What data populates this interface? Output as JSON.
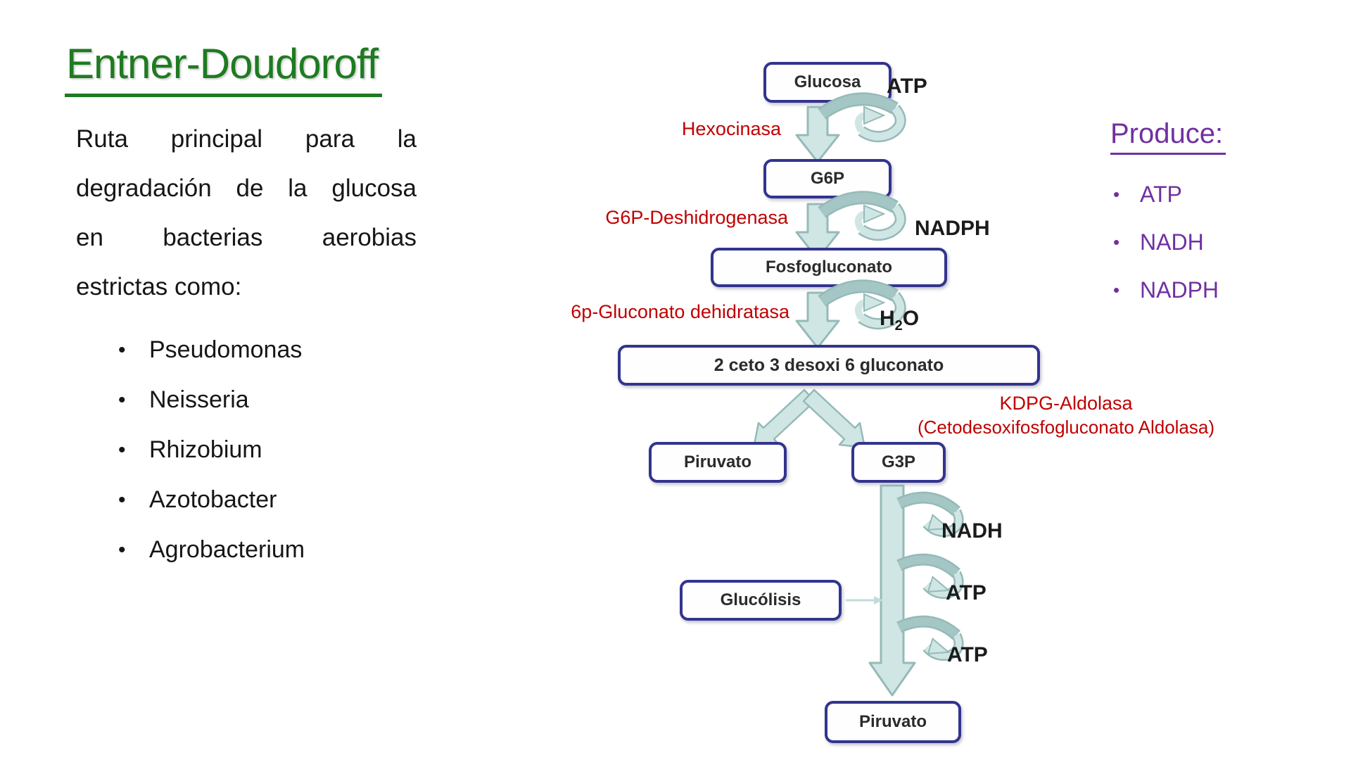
{
  "ui": {
    "bullet": "•"
  },
  "colors": {
    "green": "#1e7b21",
    "red": "#c00000",
    "purple": "#7030a0",
    "navy": "#32348e",
    "arrow-fill": "#cfe6e4",
    "arrow-dark": "#a4c6c4",
    "arrow-stroke": "#95bab8",
    "ink": "#1a1a1a"
  },
  "slide": {
    "title": "Entner-Doudoroff",
    "paragraph_lines": [
      "Ruta principal para la",
      "degradación de la glucosa",
      "en bacterias aerobias",
      "estrictas como:"
    ],
    "bacteria": [
      "Pseudomonas",
      "Neisseria",
      "Rhizobium",
      "Azotobacter",
      "Agrobacterium"
    ],
    "produce": {
      "title": "Produce:",
      "items": [
        "ATP",
        "NADH",
        "NADPH"
      ]
    }
  },
  "diagram": {
    "nodes": {
      "glucosa": "Glucosa",
      "g6p": "G6P",
      "fosfogluconato": "Fosfogluconato",
      "kdpg": "2 ceto 3 desoxi 6 gluconato",
      "piruvato1": "Piruvato",
      "g3p": "G3P",
      "glucolisis": "Glucólisis",
      "piruvato2": "Piruvato"
    },
    "enzymes": {
      "hexocinasa": "Hexocinasa",
      "g6p_deshidrogenasa": "G6P-Deshidrogenasa",
      "gluconato_dehidratasa": "6p-Gluconato dehidratasa",
      "kdpg_aldolasa": "KDPG-Aldolasa",
      "kdpg_aldolasa_paren": "(Cetodesoxifosfogluconato Aldolasa)"
    },
    "cofactors": {
      "atp_top": "ATP",
      "nadph": "NADPH",
      "h2o": {
        "pre": "H",
        "sub": "2",
        "post": "O"
      },
      "nadh": "NADH",
      "atp_mid": "ATP",
      "atp_low": "ATP"
    }
  }
}
